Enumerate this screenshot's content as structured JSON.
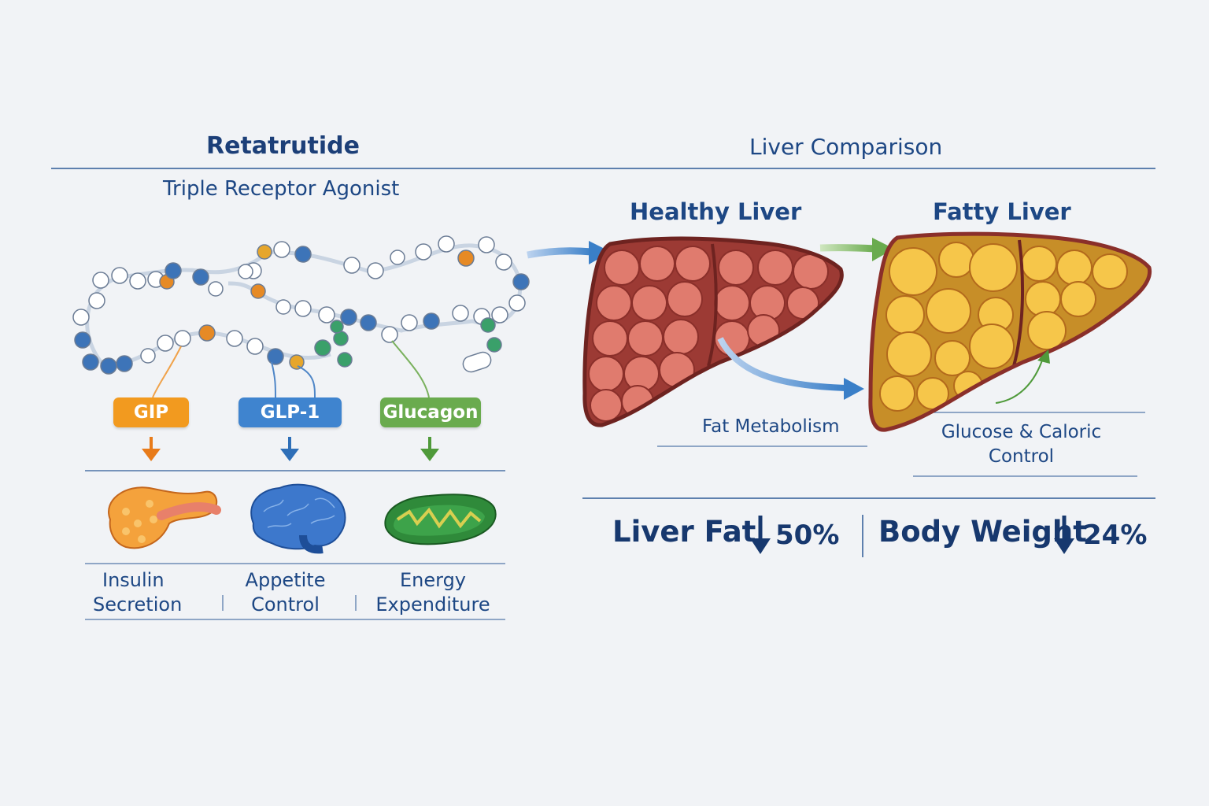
{
  "left": {
    "title": "Retatrutide",
    "subtitle": "Triple Receptor Agonist",
    "receptors": [
      {
        "name": "GIP",
        "color": "#f29a1f",
        "arrow": "#e87b1a"
      },
      {
        "name": "GLP-1",
        "color": "#3f84cf",
        "arrow": "#2e6fb8"
      },
      {
        "name": "Glucagon",
        "color": "#6aab4e",
        "arrow": "#4f9a3a"
      }
    ],
    "organs": [
      {
        "icon": "pancreas-icon",
        "label_line1": "Insulin",
        "label_line2": "Secretion"
      },
      {
        "icon": "brain-icon",
        "label_line1": "Appetite",
        "label_line2": "Control"
      },
      {
        "icon": "mitochondria-icon",
        "label_line1": "Energy",
        "label_line2": "Expenditure"
      }
    ]
  },
  "right": {
    "title": "Liver Comparison",
    "healthy": {
      "title": "Healthy Liver",
      "caption": "Fat Metabolism"
    },
    "fatty": {
      "title": "Fatty Liver",
      "caption_line1": "Glucose & Caloric",
      "caption_line2": "Control"
    },
    "stats": [
      {
        "label": "Liver Fat",
        "value": "50%"
      },
      {
        "label": "Body Weight",
        "value": "24%"
      }
    ]
  },
  "colors": {
    "accent_blue": "#1d4784",
    "healthy_liver": "#9c3a34",
    "fatty_liver": "#f2b632"
  }
}
